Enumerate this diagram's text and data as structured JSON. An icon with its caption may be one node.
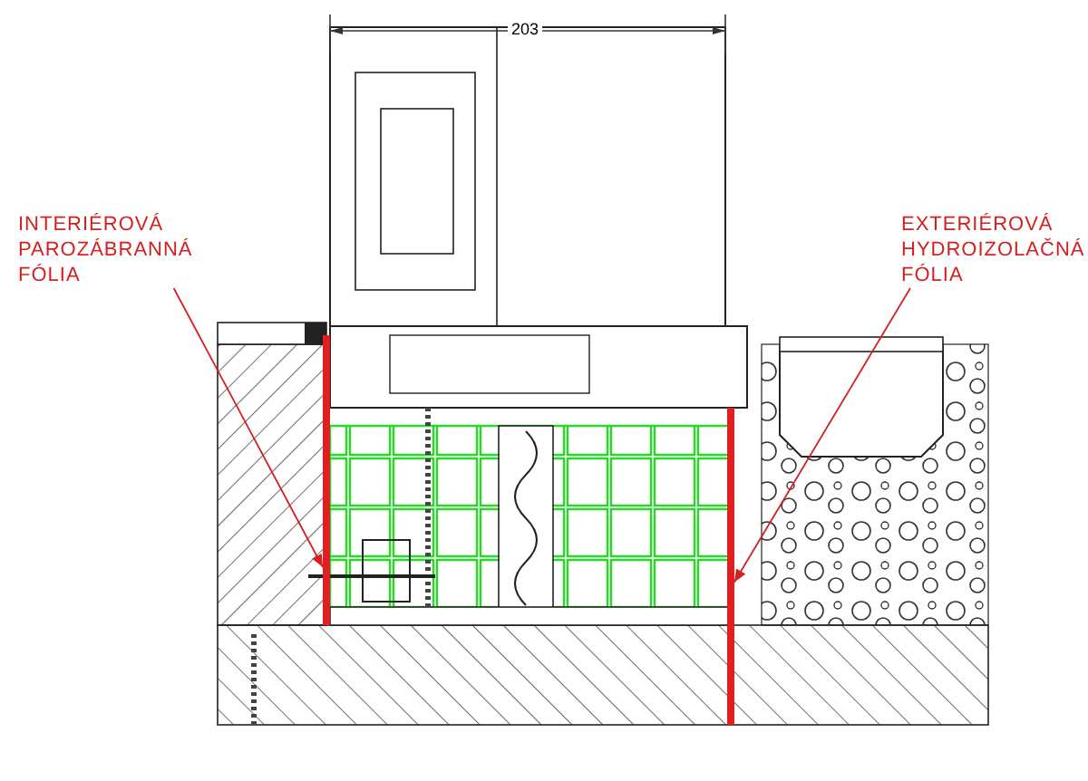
{
  "diagram": {
    "nodes": [
      {
        "text": [
          "INTERIÉROVÁ PAROZÁBRANNÁ FÓLIA"
        ]
      },
      {
        "text": [
          "EXTERIÉROVÁ HYDROIZOLAČNÁ FÓLIA"
        ]
      },
      {
        "text": [],
        "shape": "bar"
      },
      {
        "text": [],
        "shape": "bar"
      }
    ],
    "edges": [
      {
        "from": 0,
        "to": 2,
        "arrow": "to"
      },
      {
        "from": 1,
        "to": 3,
        "arrow": "to"
      }
    ],
    "labels": [
      "203"
    ]
  }
}
